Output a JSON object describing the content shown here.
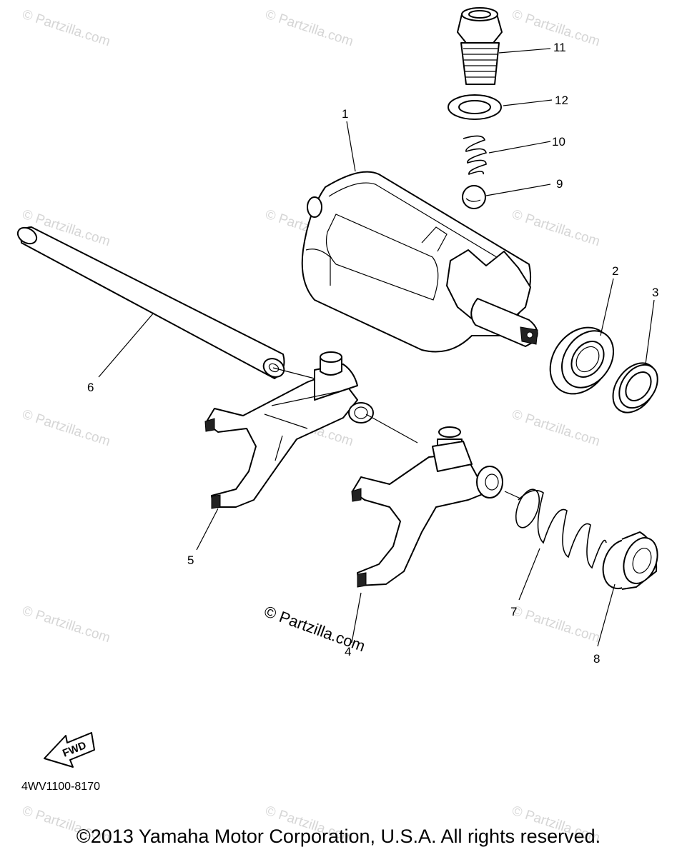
{
  "watermark": {
    "text": "© Partzilla.com",
    "prominent_text": "© Partzilla.com"
  },
  "parts": [
    {
      "number": "1"
    },
    {
      "number": "2"
    },
    {
      "number": "3"
    },
    {
      "number": "4"
    },
    {
      "number": "5"
    },
    {
      "number": "6"
    },
    {
      "number": "7"
    },
    {
      "number": "8"
    },
    {
      "number": "9"
    },
    {
      "number": "10"
    },
    {
      "number": "11"
    },
    {
      "number": "12"
    }
  ],
  "fwd_badge": {
    "label": "FWD"
  },
  "diagram_code": "4WV1100-8170",
  "copyright": "©2013 Yamaha Motor Corporation, U.S.A. All rights reserved."
}
